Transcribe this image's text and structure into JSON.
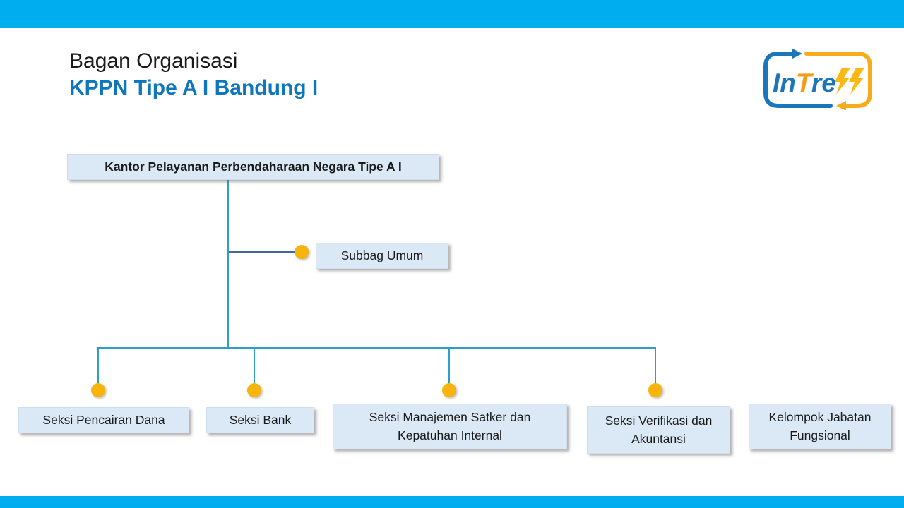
{
  "slide": {
    "title_line1": "Bagan Organisasi",
    "title_line2": "KPPN Tipe A I Bandung I",
    "accent_bar_color": "#00AEEF",
    "title_accent_color": "#0E76BD"
  },
  "logo": {
    "name": "InTress",
    "part_in": "In",
    "part_t": "T",
    "part_re": "re",
    "blue": "#1B75BB",
    "orange": "#F49B1B",
    "yellow": "#FDB913"
  },
  "org_chart": {
    "root": {
      "label": "Kantor Pelayanan Perbendaharaan Negara Tipe A I"
    },
    "staff": {
      "label": "Subbag Umum"
    },
    "children": [
      {
        "label": "Seksi Pencairan Dana"
      },
      {
        "label": "Seksi Bank"
      },
      {
        "label": "Seksi Manajemen Satker dan Kepatuhan Internal"
      },
      {
        "label": "Seksi Verifikasi dan Akuntansi"
      },
      {
        "label": "Kelompok Jabatan Fungsional"
      }
    ],
    "colors": {
      "box_bg": "#dbe9f6",
      "line_main": "#2E9FC9",
      "line_staff": "#44689B",
      "node_dot": "#F7B50C"
    }
  }
}
